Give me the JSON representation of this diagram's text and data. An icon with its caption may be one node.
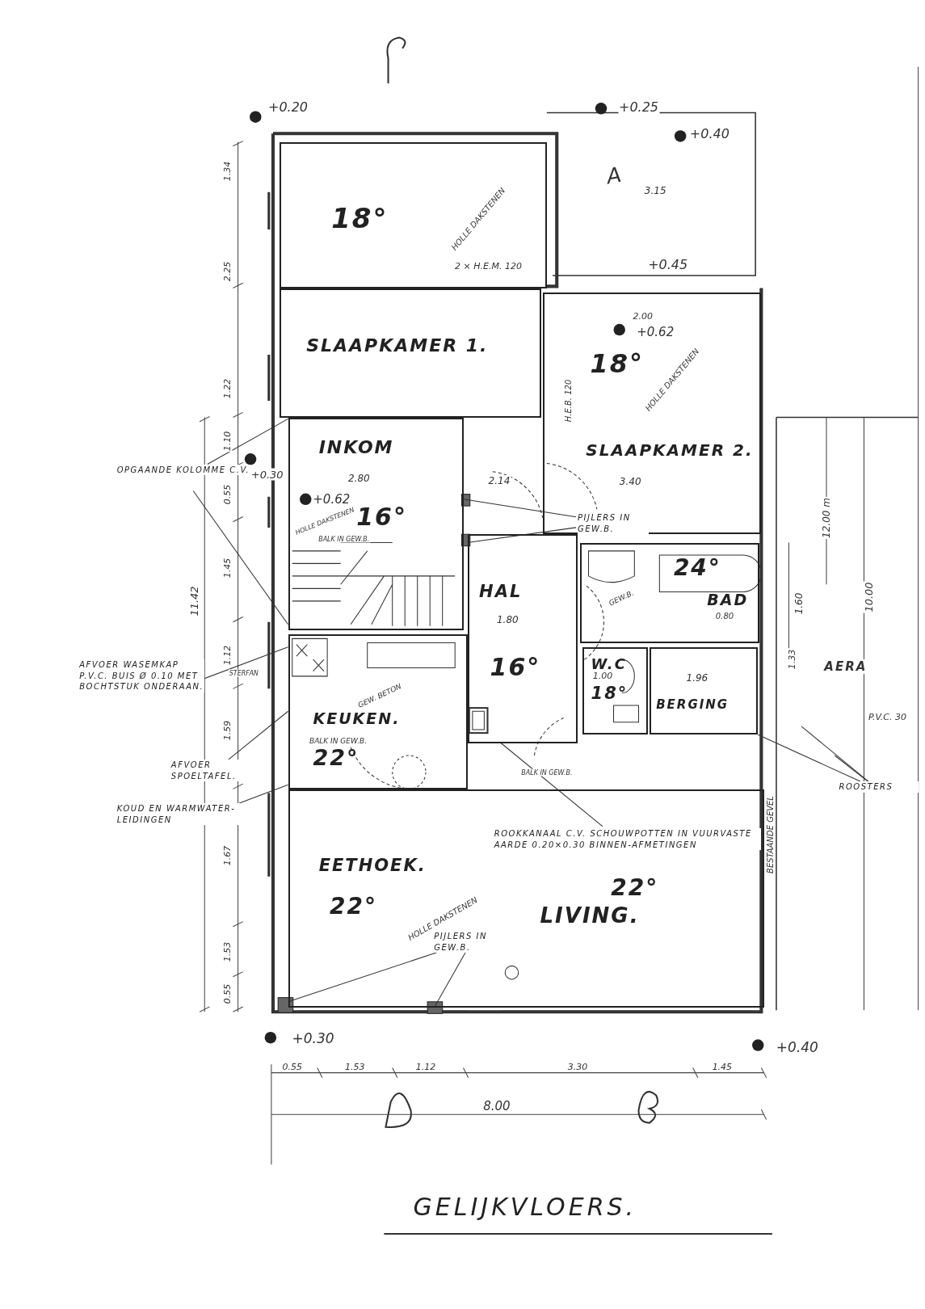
{
  "diagram": {
    "title": "GELIJKVLOERS.",
    "nodes": [
      {
        "text": [
          "18°"
        ]
      },
      {
        "text": [
          "SLAAPKAMER 1."
        ]
      },
      {
        "text": [
          "18°",
          "SLAAPKAMER 2."
        ]
      },
      {
        "text": [
          "INKOM",
          "16°"
        ]
      },
      {
        "text": [
          "HAL",
          "16°"
        ]
      },
      {
        "text": [
          "24°",
          "BAD"
        ]
      },
      {
        "text": [
          "W.C",
          "18°"
        ]
      },
      {
        "text": [
          "BERGING"
        ]
      },
      {
        "text": [
          "KEUKEN.",
          "22°"
        ]
      },
      {
        "text": [
          "EETHOEK.",
          "22°",
          "22°",
          "LIVING."
        ]
      },
      {
        "text": [
          "OPGAANDE KOLOMME C.V."
        ]
      },
      {
        "text": [
          "AFVOER WASEMKAP P.V.C. BUIS Ø 0.10 MET BOCHTSTUK ONDERAAN."
        ]
      },
      {
        "text": [
          "AFVOER SPOELTAFEL."
        ]
      },
      {
        "text": [
          "KOUD EN WARMWATER-LEIDINGEN"
        ]
      },
      {
        "text": [
          "ROOKKANAAL C.V. SCHOUWPOTTEN IN VUURVASTE AARDE 0.20×0.30 BINNEN-AFMETINGEN"
        ],
        "in": 9
      },
      {
        "text": [
          "PIJLERS IN GEW.B."
        ],
        "in": 2
      },
      {
        "text": [
          "PIJLERS IN GEW.B."
        ],
        "in": 9
      },
      {
        "text": [
          "ROOSTERS"
        ]
      }
    ],
    "edges": [
      {
        "from": 10,
        "to": 1,
        "arrow": "none"
      },
      {
        "from": 10,
        "to": 3,
        "arrow": "none"
      },
      {
        "from": 11,
        "to": 8,
        "arrow": "none"
      },
      {
        "from": 12,
        "to": 8,
        "arrow": "none"
      },
      {
        "from": 13,
        "to": 8,
        "arrow": "none"
      },
      {
        "from": 14,
        "to": 4,
        "arrow": "none"
      },
      {
        "from": 15,
        "to": 3,
        "arrow": "none"
      },
      {
        "from": 15,
        "to": 4,
        "arrow": "none"
      },
      {
        "from": 16,
        "to": 9,
        "arrow": "none"
      },
      {
        "from": 16,
        "to": 9,
        "arrow": "none"
      },
      {
        "from": 17,
        "to": 7,
        "arrow": "none"
      },
      {
        "from": 17,
        "to": null,
        "arrow": "none"
      },
      {
        "from": 17,
        "to": null,
        "arrow": "none"
      }
    ],
    "labels": [
      "+0.20",
      "+0.25",
      "+0.40",
      "A",
      "3.15",
      "HOLLE DAKSTENEN",
      "2 × H.E.M. 120",
      "+0.45",
      "2.00",
      "+0.62",
      "H.E.B. 120",
      "HOLLE DAKSTENEN",
      "+0.30",
      "2.80",
      "+0.62",
      "HOLLE DAKSTENEN",
      "BALK IN GEW.B.",
      "2.14",
      "3.40",
      "1.80",
      "GEW.B.",
      "0.80",
      "STERFAN",
      "GEW. BETON",
      "1.00",
      "1.96",
      "AERA",
      "P.V.C. 30",
      "BALK IN GEW.B.",
      "BALK IN GEW.B.",
      "BESTAANDE GEVEL",
      "1.60",
      "1.33",
      "12.00 m",
      "10.00",
      "HOLLE DAKSTENEN",
      "1.34",
      "2.25",
      "1.22",
      "1.10",
      "0.55",
      "1.45",
      "11.42",
      "1.12",
      "1.59",
      "1.67",
      "1.53",
      "0.55",
      "+0.30",
      "+0.40",
      "0.55",
      "1.53",
      "1.12",
      "3.30",
      "1.45",
      "8.00"
    ]
  }
}
